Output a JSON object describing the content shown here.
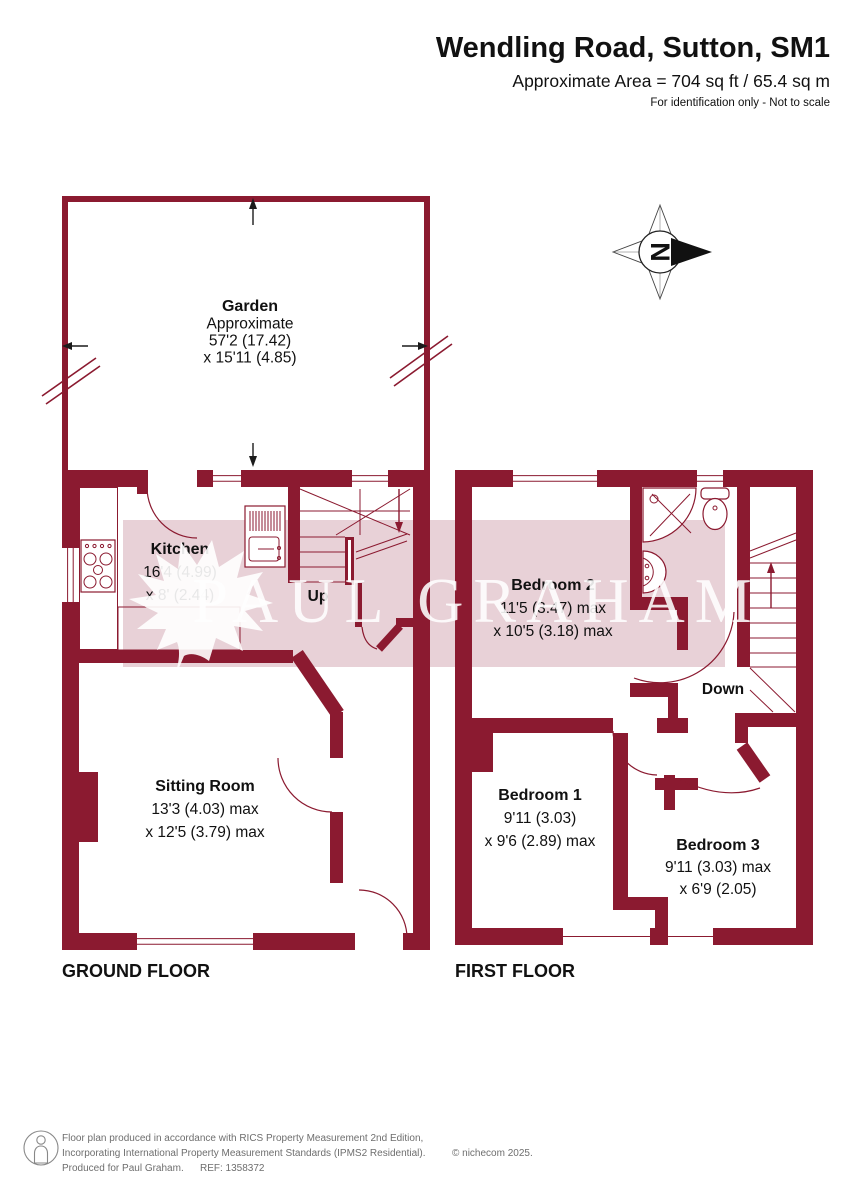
{
  "header": {
    "title": "Wendling Road, Sutton, SM1",
    "area": "Approximate Area = 704 sq ft / 65.4 sq m",
    "disclaimer": "For identification only - Not to scale"
  },
  "watermark": {
    "text": "PAUL GRAHAM"
  },
  "compass": {
    "letter": "N"
  },
  "rooms": {
    "garden": {
      "name": "Garden",
      "lines": [
        "Approximate",
        "57'2 (17.42)",
        "x 15'11 (4.85)"
      ]
    },
    "kitchen": {
      "name": "Kitchen",
      "lines": [
        "16'4 (4.99)",
        "x 8' (2.44)"
      ]
    },
    "sitting_room": {
      "name": "Sitting Room",
      "lines": [
        "13'3 (4.03) max",
        "x 12'5 (3.79) max"
      ]
    },
    "bedroom2": {
      "name": "Bedroom 2",
      "lines": [
        "11'5 (3.47) max",
        "x 10'5 (3.18) max"
      ]
    },
    "bedroom1": {
      "name": "Bedroom 1",
      "lines": [
        "9'11 (3.03)",
        "x 9'6 (2.89) max"
      ]
    },
    "bedroom3": {
      "name": "Bedroom 3",
      "lines": [
        "9'11 (3.03) max",
        "x 6'9 (2.05)"
      ]
    }
  },
  "stairs": {
    "up": "Up",
    "down": "Down"
  },
  "floor_labels": {
    "ground": "GROUND FLOOR",
    "first": "FIRST FLOOR"
  },
  "footer": {
    "line1": "Floor plan produced in accordance with RICS Property Measurement 2nd Edition,",
    "line2": "Incorporating International Property Measurement Standards (IPMS2 Residential).",
    "copyright": "© nichecom 2025.",
    "line3": "Produced for Paul Graham.",
    "ref": "REF: 1358372"
  },
  "colors": {
    "wall": "#8B1A30",
    "watermark_band": "#E8D1D7",
    "text": "#111111",
    "footer_text": "#6E6E6E"
  }
}
